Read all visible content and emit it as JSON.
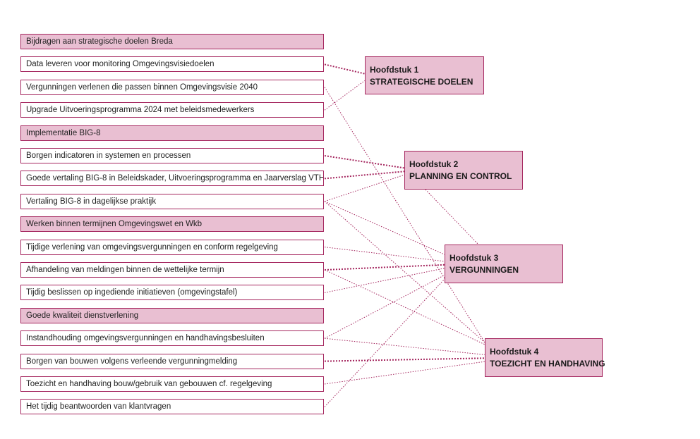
{
  "rows": [
    {
      "type": "goal",
      "label": "Bijdragen aan strategische doelen Breda"
    },
    {
      "type": "item",
      "label": "Data leveren voor monitoring Omgevingsvisiedoelen"
    },
    {
      "type": "item",
      "label": "Vergunningen verlenen die passen binnen Omgevingsvisie 2040"
    },
    {
      "type": "item",
      "label": "Upgrade Uitvoeringsprogramma 2024 met beleidsmedewerkers"
    },
    {
      "type": "goal",
      "label": "Implementatie BIG-8"
    },
    {
      "type": "item",
      "label": "Borgen indicatoren in systemen en processen"
    },
    {
      "type": "item",
      "label": "Goede vertaling BIG-8 in Beleidskader, Uitvoeringsprogramma en Jaarverslag VTH"
    },
    {
      "type": "item",
      "label": "Vertaling BIG-8 in dagelijkse praktijk"
    },
    {
      "type": "goal",
      "label": "Werken binnen termijnen Omgevingswet en Wkb"
    },
    {
      "type": "item",
      "label": "Tijdige verlening van omgevingsvergunningen en conform regelgeving"
    },
    {
      "type": "item",
      "label": "Afhandeling van meldingen binnen de wettelijke termijn"
    },
    {
      "type": "item",
      "label": "Tijdig beslissen op ingediende initiatieven (omgevingstafel)"
    },
    {
      "type": "goal",
      "label": "Goede kwaliteit dienstverlening"
    },
    {
      "type": "item",
      "label": "Instandhouding omgevingsvergunningen en handhavingsbesluiten"
    },
    {
      "type": "item",
      "label": "Borgen van bouwen volgens verleende vergunningmelding"
    },
    {
      "type": "item",
      "label": "Toezicht en handhaving bouw/gebruik van gebouwen cf. regelgeving"
    },
    {
      "type": "item",
      "label": "Het tijdig beantwoorden van klantvragen"
    }
  ],
  "chapters": [
    {
      "number": "Hoofdstuk 1",
      "title": "STRATEGISCHE DOELEN"
    },
    {
      "number": "Hoofdstuk 2",
      "title": "PLANNING EN CONTROL"
    },
    {
      "number": "Hoofdstuk 3",
      "title": "VERGUNNINGEN"
    },
    {
      "number": "Hoofdstuk 4",
      "title": "TOEZICHT EN HANDHAVING"
    }
  ],
  "links": [
    {
      "from": 1,
      "to": 0,
      "strong": true
    },
    {
      "from": 2,
      "to": 3,
      "strong": false
    },
    {
      "from": 3,
      "to": 0,
      "strong": false
    },
    {
      "from": 5,
      "to": 1,
      "strong": true
    },
    {
      "from": 6,
      "to": 1,
      "strong": true
    },
    {
      "from": 7,
      "to": 1,
      "strong": false
    },
    {
      "from": 7,
      "to": 2,
      "strong": false
    },
    {
      "from": 7,
      "to": 3,
      "strong": false
    },
    {
      "from": 9,
      "to": 2,
      "strong": false
    },
    {
      "from": 10,
      "to": 2,
      "strong": true
    },
    {
      "from": 10,
      "to": 3,
      "strong": false
    },
    {
      "from": 11,
      "to": 2,
      "strong": false
    },
    {
      "from": 13,
      "to": 2,
      "strong": false
    },
    {
      "from": 13,
      "to": 3,
      "strong": false
    },
    {
      "from": 14,
      "to": 3,
      "strong": true
    },
    {
      "from": 15,
      "to": 3,
      "strong": false
    },
    {
      "from": 16,
      "to": 2,
      "strong": false
    },
    {
      "from": 1,
      "to": 1,
      "strong": false,
      "chapter_to_chapter": [
        1,
        2
      ]
    }
  ],
  "colors": {
    "border": "#a5275f",
    "fill": "#e9bfd2",
    "link": "#a5275f"
  }
}
